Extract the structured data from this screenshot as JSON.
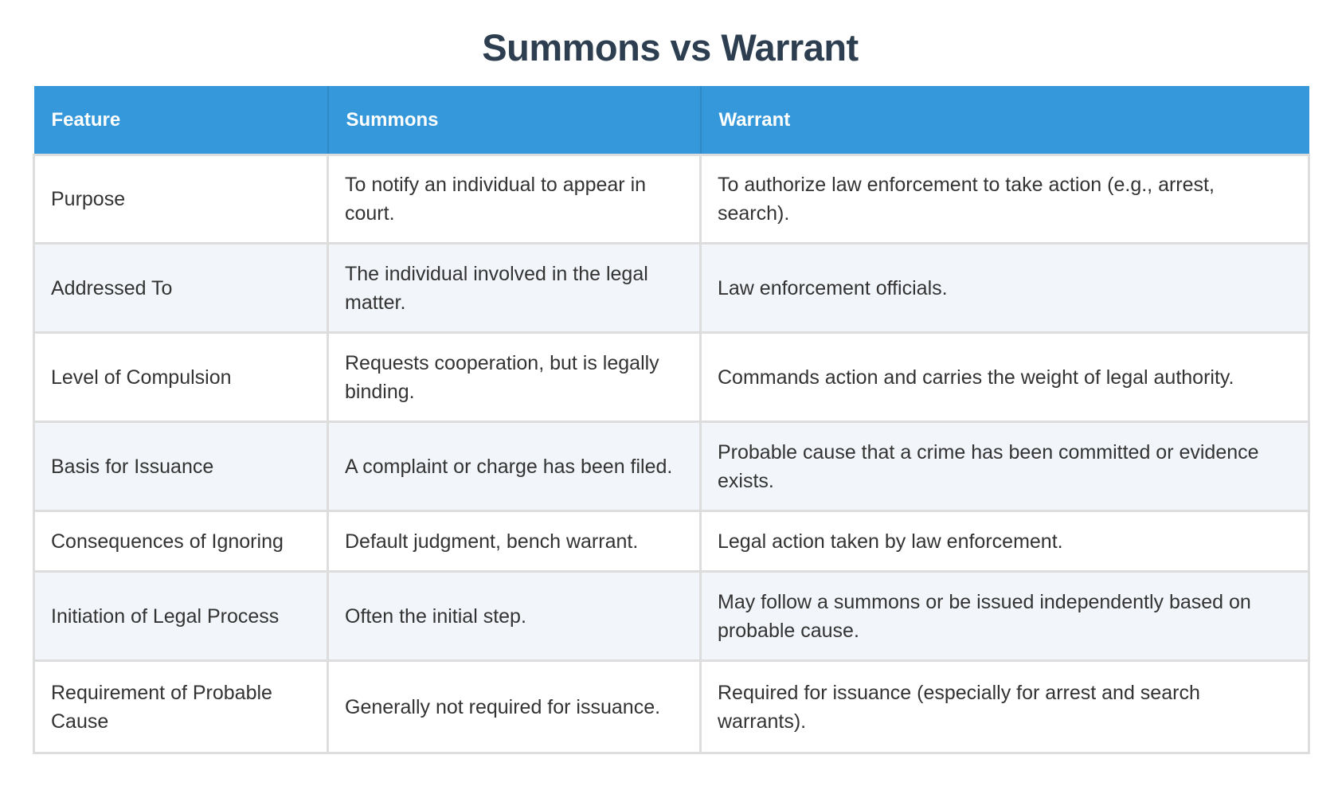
{
  "title": "Summons vs Warrant",
  "table": {
    "headers": [
      "Feature",
      "Summons",
      "Warrant"
    ],
    "rows": [
      [
        "Purpose",
        "To notify an individual to appear in court.",
        "To authorize law enforcement to take action (e.g., arrest, search)."
      ],
      [
        "Addressed To",
        "The individual involved in the legal matter.",
        "Law enforcement officials."
      ],
      [
        "Level of Compulsion",
        "Requests cooperation, but is legally binding.",
        "Commands action and carries the weight of legal authority."
      ],
      [
        "Basis for Issuance",
        "A complaint or charge has been filed.",
        "Probable cause that a crime has been committed or evidence exists."
      ],
      [
        "Consequences of Ignoring",
        "Default judgment, bench warrant.",
        "Legal action taken by law enforcement."
      ],
      [
        "Initiation of Legal Process",
        "Often the initial step.",
        "May follow a summons or be issued independently based on probable cause."
      ],
      [
        "Requirement of Probable Cause",
        "Generally not required for issuance.",
        "Required for issuance (especially for arrest and search warrants)."
      ]
    ]
  },
  "colors": {
    "header_bg": "#3498db",
    "title": "#2c3e50",
    "stripe": "#f2f5fa"
  }
}
